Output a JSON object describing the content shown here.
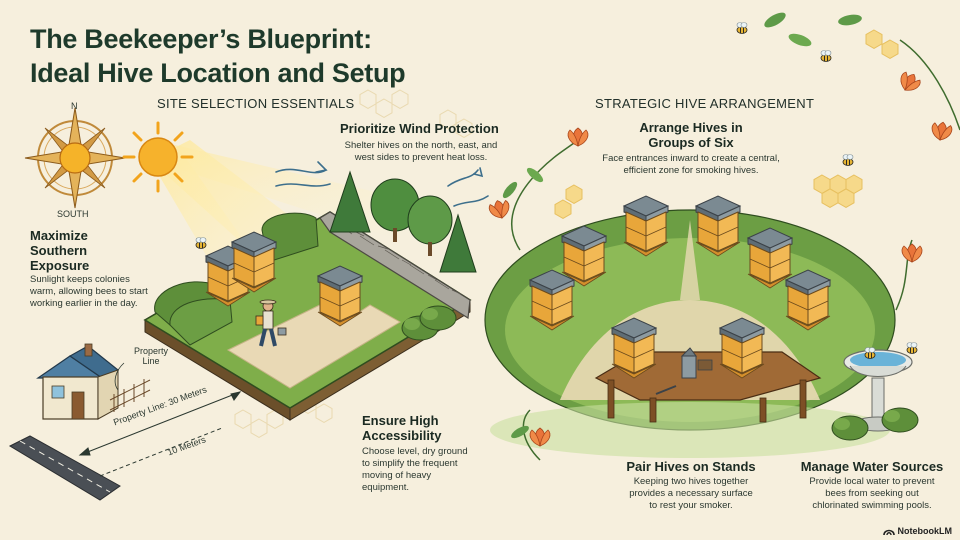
{
  "title_line1": "The Beekeeper’s Blueprint:",
  "title_line2": "Ideal Hive Location and Setup",
  "site_section": "SITE SELECTION ESSENTIALS",
  "arrangement_section": "STRATEGIC HIVE ARRANGEMENT",
  "compass": {
    "north": "N",
    "south": "SOUTH"
  },
  "southern": {
    "heading_lines": [
      "Maximize",
      "Southern",
      "Exposure"
    ],
    "body_lines": [
      "Sunlight keeps colonies",
      "warm, allowing bees to start",
      "working earlier in the day."
    ]
  },
  "wind": {
    "heading": "Prioritize Wind Protection",
    "body_lines": [
      "Shelter hives on the north, east, and",
      "west sides to prevent heat loss."
    ]
  },
  "groups": {
    "heading_lines": [
      "Arrange Hives in",
      "Groups of Six"
    ],
    "body_lines": [
      "Face entrances inward to create a central,",
      "efficient zone for smoking hives."
    ]
  },
  "accessibility": {
    "heading_lines": [
      "Ensure High",
      "Accessibility"
    ],
    "body_lines": [
      "Choose level, dry ground",
      "to simplify the frequent",
      "moving of heavy",
      "equipment."
    ]
  },
  "stands": {
    "heading": "Pair Hives on Stands",
    "body_lines": [
      "Keeping two hives together",
      "provides a necessary surface",
      "to rest your smoker."
    ]
  },
  "water": {
    "heading": "Manage Water Sources",
    "body_lines": [
      "Provide local water to prevent",
      "bees from seeking out",
      "chlorinated swimming pools."
    ]
  },
  "property_label_lines": [
    "Property",
    "Line"
  ],
  "distance_30": "Property Line: 30 Meters",
  "distance_10": "10 Meters",
  "brand": "NotebookLM",
  "colors": {
    "title": "#1e3a2b",
    "grass": "#7fae4a",
    "hive": "#e8a63a",
    "roof": "#7b8a92",
    "path": "#e9d9b5"
  }
}
